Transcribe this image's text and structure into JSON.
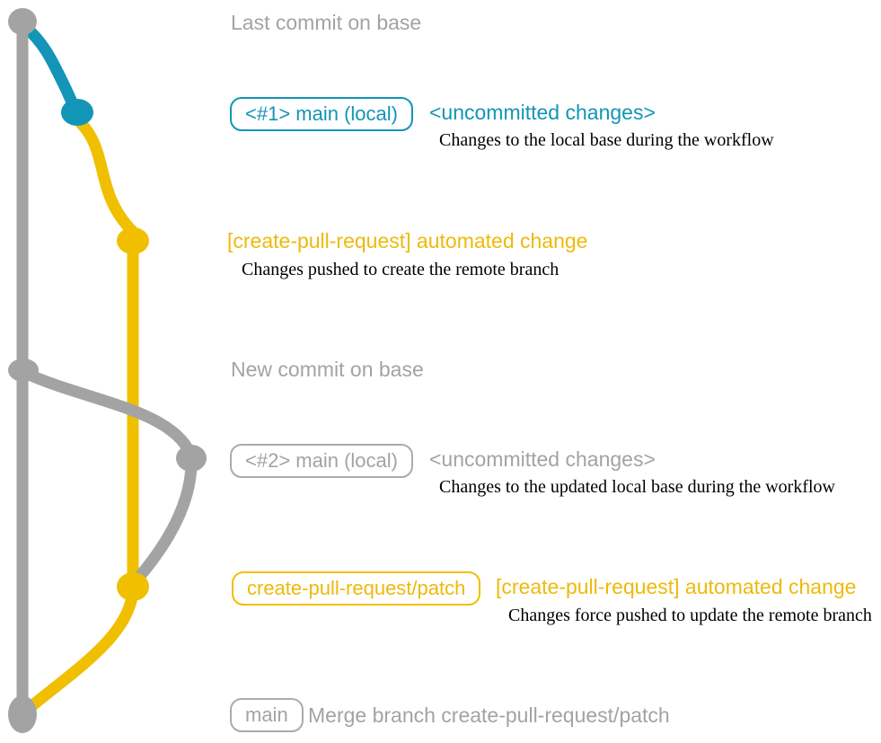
{
  "colors": {
    "base_gray": "#A3A3A3",
    "local_changes_blue": "#1295B7",
    "pr_branch_yellow": "#F0C000",
    "note_black": "#000000"
  },
  "graph": {
    "nodes": [
      {
        "name": "commit-dot-last-base",
        "color": "#A3A3A3"
      },
      {
        "name": "commit-dot-local-main-1",
        "color": "#1295B7"
      },
      {
        "name": "commit-dot-automated-change-1",
        "color": "#F0C000"
      },
      {
        "name": "commit-dot-new-base",
        "color": "#A3A3A3"
      },
      {
        "name": "commit-dot-local-main-2",
        "color": "#A3A3A3"
      },
      {
        "name": "commit-dot-automated-change-2",
        "color": "#F0C000"
      },
      {
        "name": "commit-dot-merge",
        "color": "#A3A3A3"
      }
    ]
  },
  "annotations": {
    "last_commit": "Last commit on base",
    "row1": {
      "badge": "<#1> main (local)",
      "title": "<uncommitted changes>",
      "note": "Changes to the local base during the workflow"
    },
    "row2": {
      "title": "[create-pull-request] automated change",
      "note": "Changes pushed to create the remote branch"
    },
    "new_commit": "New commit on base",
    "row3": {
      "badge": "<#2> main (local)",
      "title": "<uncommitted changes>",
      "note": "Changes to the updated local base during the workflow"
    },
    "row4": {
      "badge": "create-pull-request/patch",
      "title": "[create-pull-request] automated change",
      "note": "Changes force pushed to update the remote branch"
    },
    "row5": {
      "badge": "main",
      "title": "Merge branch create-pull-request/patch"
    }
  }
}
